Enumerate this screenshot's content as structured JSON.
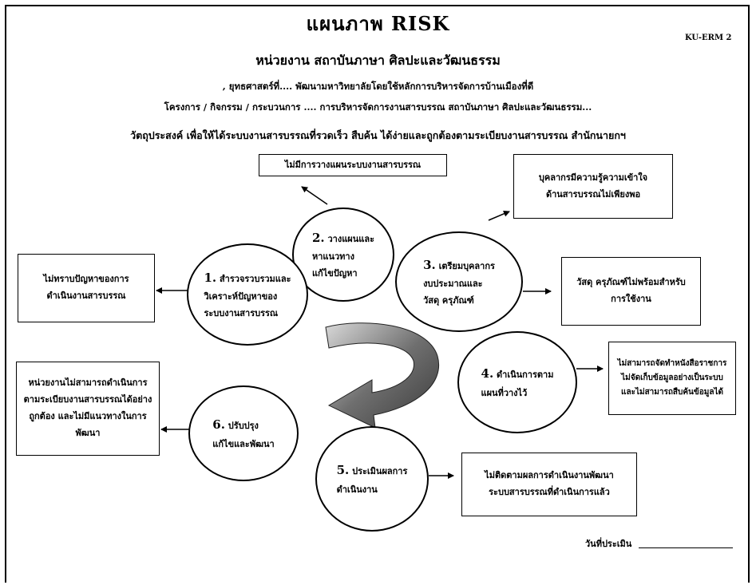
{
  "header": {
    "title": "แผนภาพ RISK",
    "doc_code": "KU-ERM 2",
    "unit": "หน่วยงาน สถาบันภาษา ศิลปะและวัฒนธรรม",
    "strategy": ", ยุทธศาสตร์ที่.... พัฒนามหาวิทยาลัยโดยใช้หลักการบริหารจัดการบ้านเมืองที่ดี",
    "project": "โครงการ / กิจกรรม / กระบวนการ .... การบริหารจัดการงานสารบรรณ สถาบันภาษา ศิลปะและวัฒนธรรม...",
    "objective": "วัตถุประสงค์ เพื่อให้ได้ระบบงานสารบรรณที่รวดเร็ว สืบค้น ได้ง่ายและถูกต้องตามระเบียบงานสารบรรณ สำนักนายกฯ"
  },
  "steps": [
    {
      "num": "1.",
      "text": "สำรวจรวบรวมและ\nวิเคราะห์ปัญหาของ\nระบบงานสารบรรณ"
    },
    {
      "num": "2.",
      "text": "วางแผนและ\nหาแนวทาง\nแก้ไขปัญหา"
    },
    {
      "num": "3.",
      "text": "เตรียมบุคลากร\nงบประมาณและ\nวัสดุ ครุภัณฑ์"
    },
    {
      "num": "4.",
      "text": "ดำเนินการตาม\nแผนที่วางไว้"
    },
    {
      "num": "5.",
      "text": "ประเมินผลการ\nดำเนินงาน"
    },
    {
      "num": "6.",
      "text": "ปรับปรุง\nแก้ไขและพัฒนา"
    }
  ],
  "risks": {
    "step1": "ไม่ทราบปัญหาของการ\nดำเนินงานสารบรรณ",
    "step2": "ไม่มีการวางแผนระบบงานสารบรรณ",
    "step3a": "บุคลากรมีความรู้ความเข้าใจ\nด้านสารบรรณไม่เพียงพอ",
    "step3b": "วัสดุ ครุภัณฑ์ไม่พร้อมสำหรับ\nการใช้งาน",
    "step4": "ไม่สามารถจัดทำหนังสือราชการ\nไม่จัดเก็บข้อมูลอย่างเป็นระบบ\nและไม่สามารถสืบค้นข้อมูลได้",
    "step5": "ไม่ติดตามผลการดำเนินงานพัฒนา\nระบบสารบรรณที่ดำเนินการแล้ว",
    "step6": "หน่วยงานไม่สามารถดำเนินการ\nตามระเบียบงานสารบรรณได้อย่าง\nถูกต้อง และไม่มีแนวทางในการ\nพัฒนา"
  },
  "footer": {
    "date_label": "วันที่ประเมิน"
  }
}
